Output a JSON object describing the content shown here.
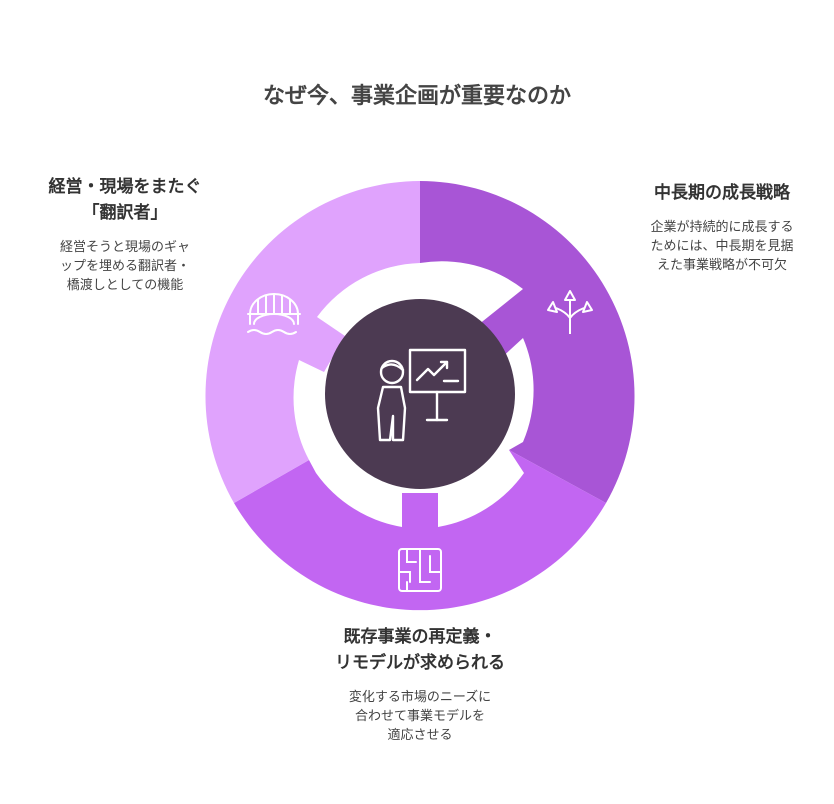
{
  "title": "なぜ今、事業企画が重要なのか",
  "segments": [
    {
      "id": "translator",
      "heading": [
        "経営・現場をまたぐ",
        "「翻訳者」"
      ],
      "body": [
        "経営そうと現場のギャ",
        "ップを埋める翻訳者・",
        "橋渡しとしての機能"
      ],
      "color": "#E0A3FD",
      "icon": "bridge-icon"
    },
    {
      "id": "strategy",
      "heading": [
        "中長期の成長戦略"
      ],
      "body": [
        "企業が持続的に成長する",
        "ためには、中長期を見据",
        "えた事業戦略が不可欠"
      ],
      "color": "#A855D6",
      "icon": "diverging-arrows-icon"
    },
    {
      "id": "remodel",
      "heading": [
        "既存事業の再定義・",
        "リモデルが求められる"
      ],
      "body": [
        "変化する市場のニーズに",
        "合わせて事業モデルを",
        "適応させる"
      ],
      "color": "#C266F2",
      "icon": "maze-icon"
    }
  ],
  "center": {
    "color": "#4C3A52",
    "icon": "presenter-chart-icon"
  }
}
